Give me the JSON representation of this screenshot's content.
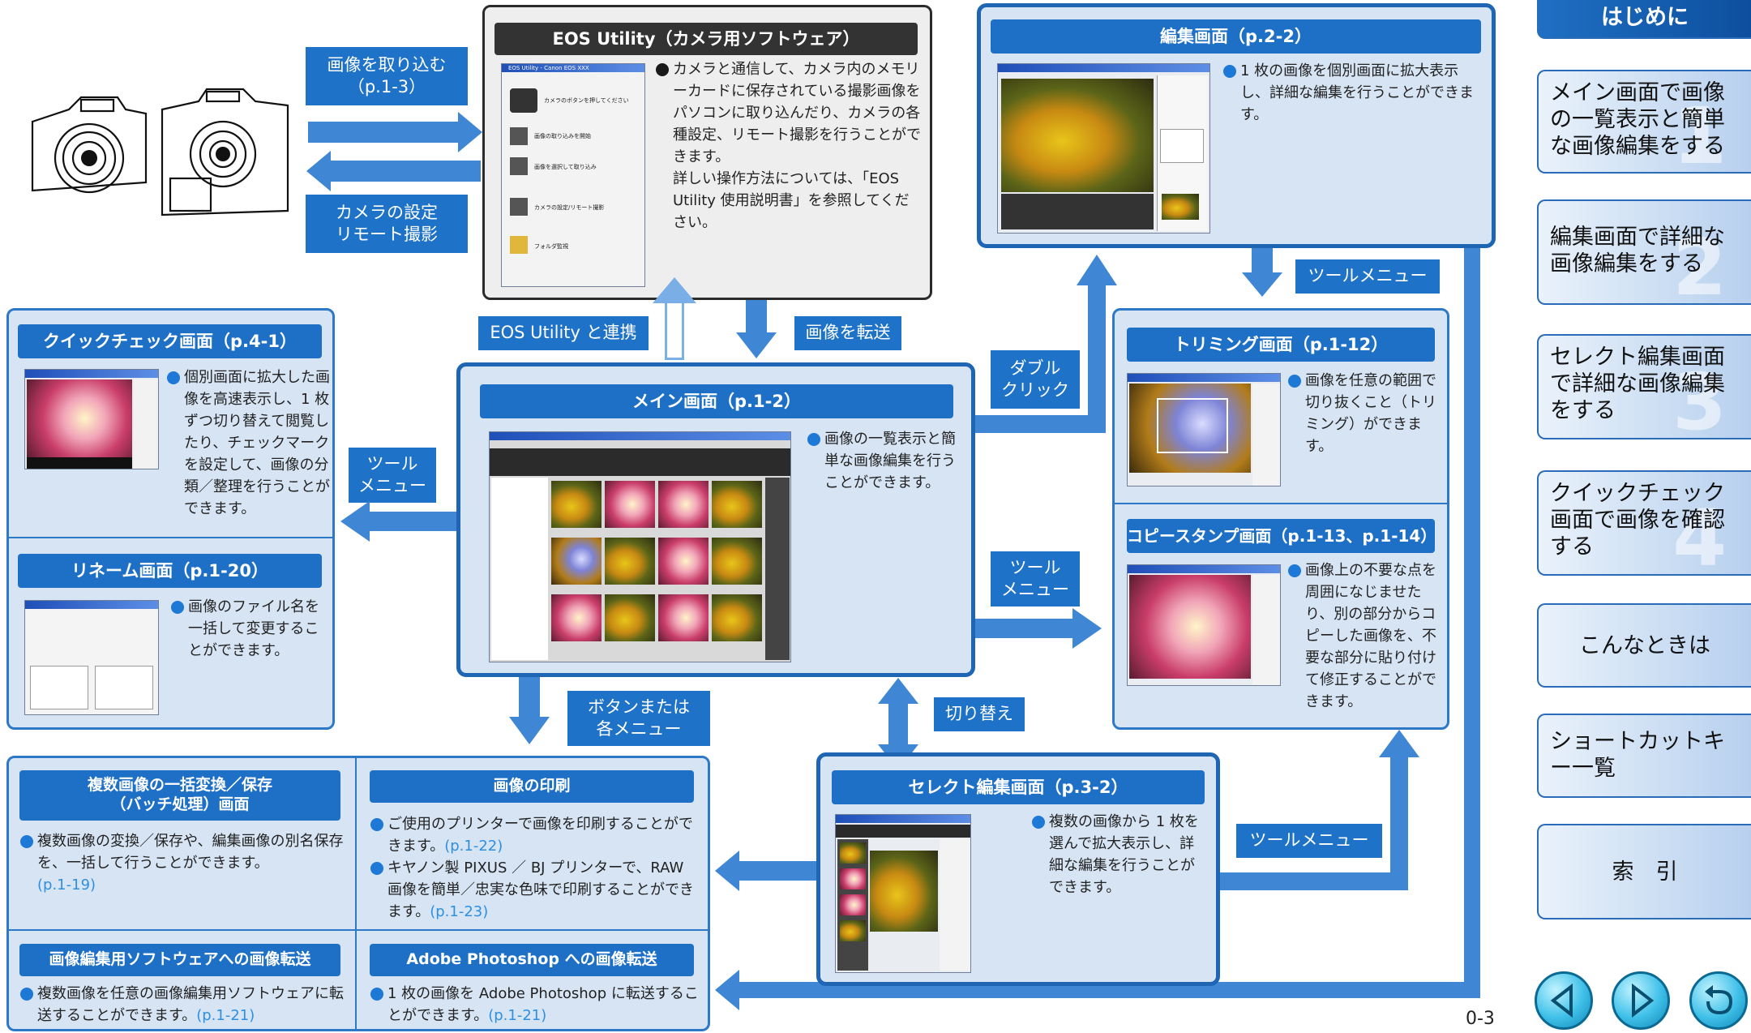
{
  "top_arrows": {
    "import_label": "画像を取り込む\n（p.1-3）",
    "camera_label": "カメラの設定\nリモート撮影"
  },
  "eos_utility": {
    "title": "EOS Utility（カメラ用ソフトウェア）",
    "body": "カメラと通信して、カメラ内のメモリーカードに保存されている撮影画像をパソコンに取り込んだり、カメラの各種設定、リモート撮影を行うことができます。\n詳しい操作方法については、「EOS Utility 使用説明書」を参照してください。",
    "window_title": "EOS Utility - Canon EOS XXX",
    "menu_items": [
      "カメラのボタンを押してください",
      "画像の取り込みを開始",
      "画像を選択して取り込み",
      "カメラの設定/リモート撮影",
      "フォルダ監視"
    ]
  },
  "edit_screen": {
    "title": "編集画面（p.2-2）",
    "body": "1 枚の画像を個別画面に拡大表示し、詳細な編集を行うことができます。"
  },
  "quick_check": {
    "title": "クイックチェック画面（p.4-1）",
    "body": "個別画面に拡大した画像を高速表示し、1 枚ずつ切り替えて閲覧したり、チェックマークを設定して、画像の分類／整理を行うことができます。"
  },
  "rename": {
    "title": "リネーム画面（p.1-20）",
    "body": "画像のファイル名を一括して変更することができます。"
  },
  "main_screen": {
    "title": "メイン画面（p.1-2）",
    "body": "画像の一覧表示と簡単な画像編集を行うことができます。"
  },
  "trimming": {
    "title": "トリミング画面（p.1-12）",
    "body": "画像を任意の範囲で切り抜くこと（トリミング）ができます。"
  },
  "copy_stamp": {
    "title": "コピースタンプ画面（p.1-13、p.1-14）",
    "body": "画像上の不要な点を周囲になじませたり、別の部分からコピーした画像を、不要な部分に貼り付けて修正することができます。"
  },
  "select_edit": {
    "title": "セレクト編集画面（p.3-2）",
    "body": "複数の画像から 1 枚を選んで拡大表示し、詳細な編集を行うことができます。"
  },
  "batch": {
    "title": "複数画像の一括変換／保存\n（バッチ処理）画面",
    "body": "複数画像の変換／保存や、編集画像の別名保存を、一括して行うことができます。",
    "ref": "(p.1-19)"
  },
  "print": {
    "title": "画像の印刷",
    "item1": "ご使用のプリンターで画像を印刷することができます。",
    "ref1": "(p.1-22)",
    "item2": "キヤノン製 PIXUS ／ BJ プリンターで、RAW 画像を簡単／忠実な色味で印刷することができます。",
    "ref2": "(p.1-23)"
  },
  "transfer_editor": {
    "title": "画像編集用ソフトウェアへの画像転送",
    "body": "複数画像を任意の画像編集用ソフトウェアに転送することができます。",
    "ref": "(p.1-21)"
  },
  "transfer_photoshop": {
    "title": "Adobe Photoshop への画像転送",
    "body": "1 枚の画像を Adobe Photoshop に転送することができます。",
    "ref": "(p.1-21)"
  },
  "labels": {
    "eos_link": "EOS Utility と連携",
    "transfer": "画像を転送",
    "tool_menu_top": "ツールメニュー",
    "double_click": "ダブル\nクリック",
    "tool_menu_left": "ツール\nメニュー",
    "tool_menu_mid": "ツール\nメニュー",
    "button_menu": "ボタンまたは\n各メニュー",
    "switch": "切り替え",
    "tool_menu_bottom": "ツールメニュー"
  },
  "page_number": "0-3",
  "sidebar": {
    "items": [
      {
        "label": "はじめに",
        "num": ""
      },
      {
        "label": "メイン画面で画像の一覧表示と簡単な画像編集をする",
        "num": "1"
      },
      {
        "label": "編集画面で詳細な画像編集をする",
        "num": "2"
      },
      {
        "label": "セレクト編集画面で詳細な画像編集をする",
        "num": "3"
      },
      {
        "label": "クイックチェック画面で画像を確認する",
        "num": "4"
      },
      {
        "label": "こんなときは",
        "num": ""
      },
      {
        "label": "ショートカットキー一覧",
        "num": ""
      },
      {
        "label": "索　引",
        "num": ""
      }
    ]
  },
  "nav": {
    "prev_icon": "prev-page-icon",
    "next_icon": "next-page-icon",
    "back_icon": "return-icon"
  },
  "colors": {
    "accent": "#1e70c6",
    "panel": "#d6e4f4",
    "arrow": "#3f87d4",
    "link": "#2f8fe0"
  }
}
